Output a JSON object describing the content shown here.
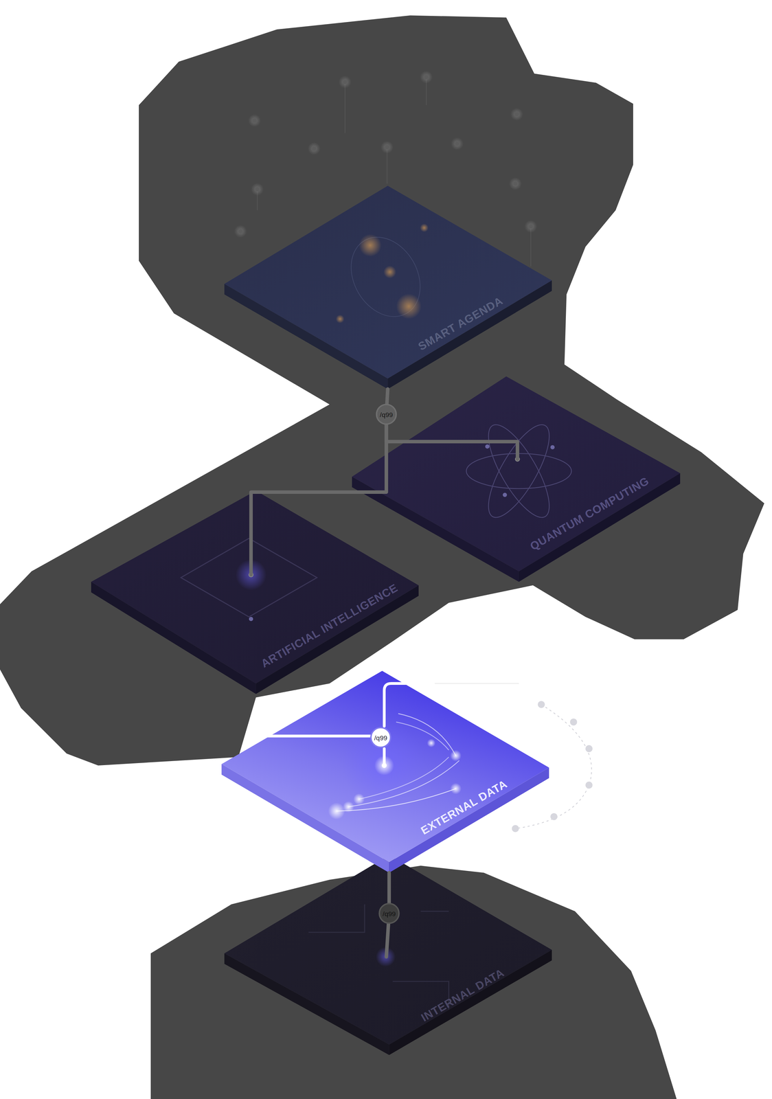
{
  "diagram": {
    "nodes": [
      {
        "text": [
          "SMART AGENDA"
        ]
      },
      {
        "text": [
          "/q99"
        ]
      },
      {
        "text": [
          "QUANTUM COMPUTING"
        ]
      },
      {
        "text": [
          "ARTIFICIAL INTELLIGENCE"
        ]
      },
      {
        "text": [
          "EXTERNAL DATA"
        ]
      },
      {
        "text": [
          "/q99"
        ],
        "in": 4
      },
      {
        "text": [
          "/q99"
        ]
      },
      {
        "text": [
          "INTERNAL DATA"
        ]
      }
    ],
    "edges": [
      {
        "from": 0,
        "to": 1,
        "arrow": "none"
      },
      {
        "from": 1,
        "to": 2,
        "arrow": "none"
      },
      {
        "from": 1,
        "to": 3,
        "arrow": "none"
      },
      {
        "from": 4,
        "to": 6,
        "arrow": "none"
      },
      {
        "from": 6,
        "to": 7,
        "arrow": "none"
      }
    ]
  }
}
